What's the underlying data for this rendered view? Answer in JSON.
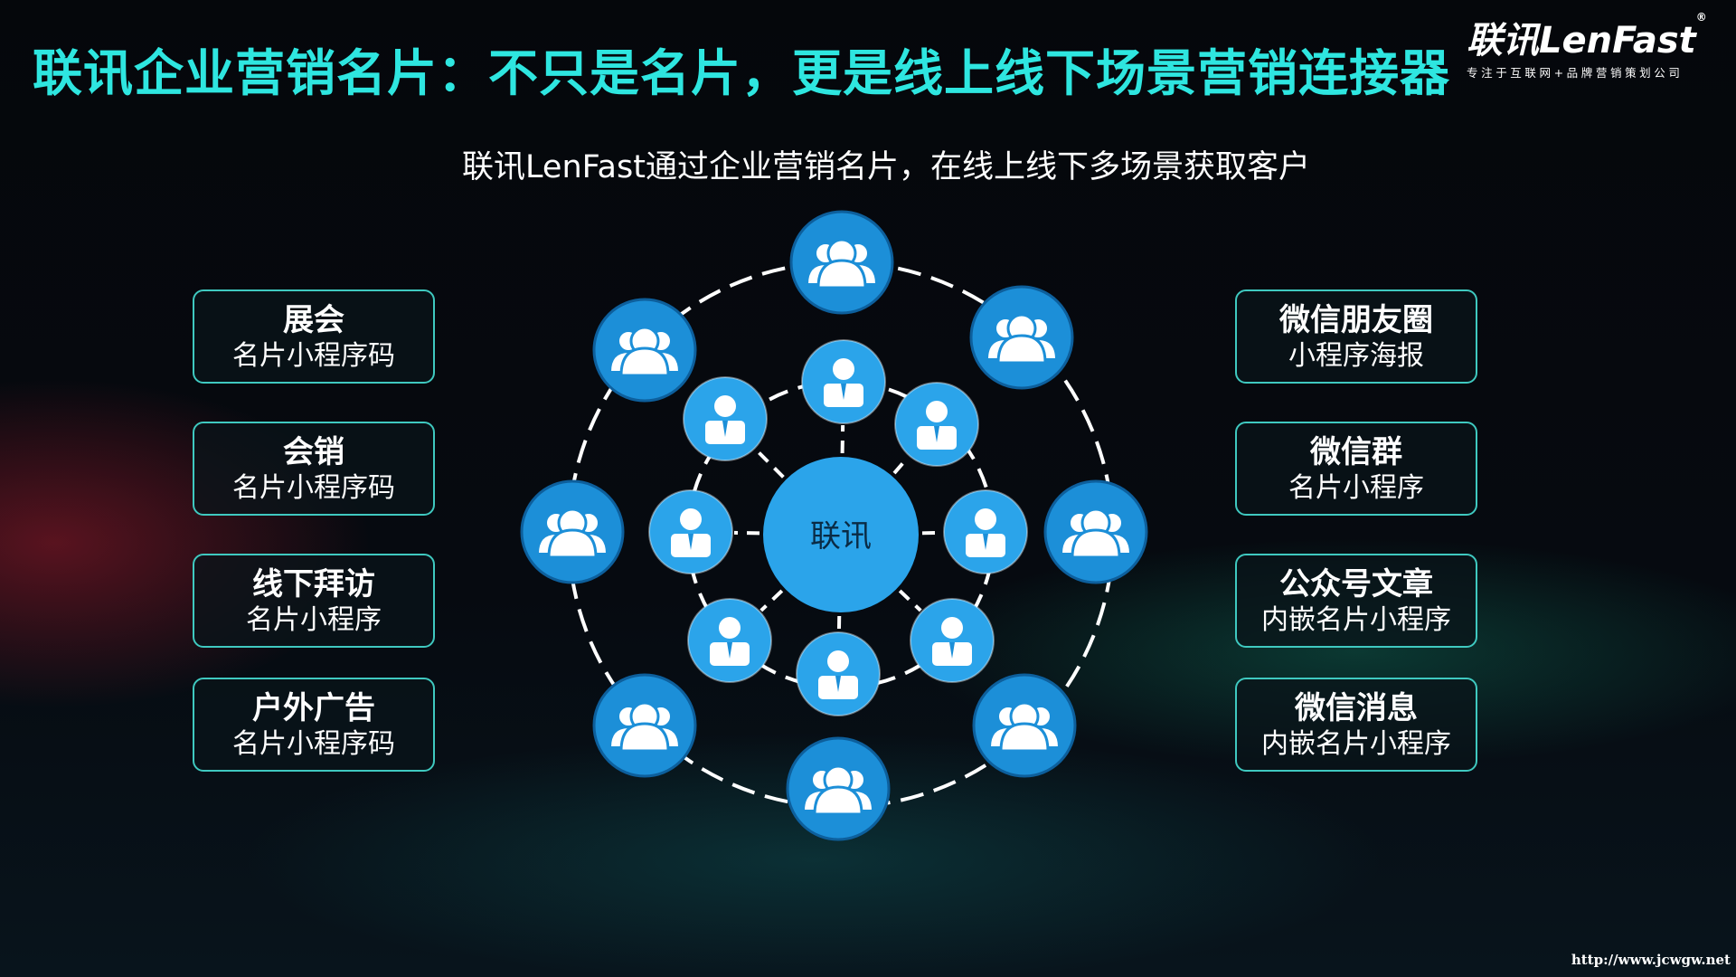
{
  "title": "联讯企业营销名片：不只是名片，更是线上线下场景营销连接器",
  "logo": {
    "name": "联讯LenFast",
    "registered": "®",
    "tagline": "专注于互联网+品牌营销策划公司"
  },
  "subtitle": "联讯LenFast通过企业营销名片，在线上线下多场景获取客户",
  "left_items": [
    {
      "title": "展会",
      "sub": "名片小程序码"
    },
    {
      "title": "会销",
      "sub": "名片小程序码"
    },
    {
      "title": "线下拜访",
      "sub": "名片小程序"
    },
    {
      "title": "户外广告",
      "sub": "名片小程序码"
    }
  ],
  "right_items": [
    {
      "title": "微信朋友圈",
      "sub": "小程序海报"
    },
    {
      "title": "微信群",
      "sub": "名片小程序"
    },
    {
      "title": "公众号文章",
      "sub": "内嵌名片小程序"
    },
    {
      "title": "微信消息",
      "sub": "内嵌名片小程序"
    }
  ],
  "center_label": "联讯",
  "watermark": "http://www.jcwgw.net",
  "colors": {
    "title": "#2ee6e0",
    "node": "#1c8fd8",
    "center": "#2ba4ea",
    "border": "#3fc9c0"
  }
}
